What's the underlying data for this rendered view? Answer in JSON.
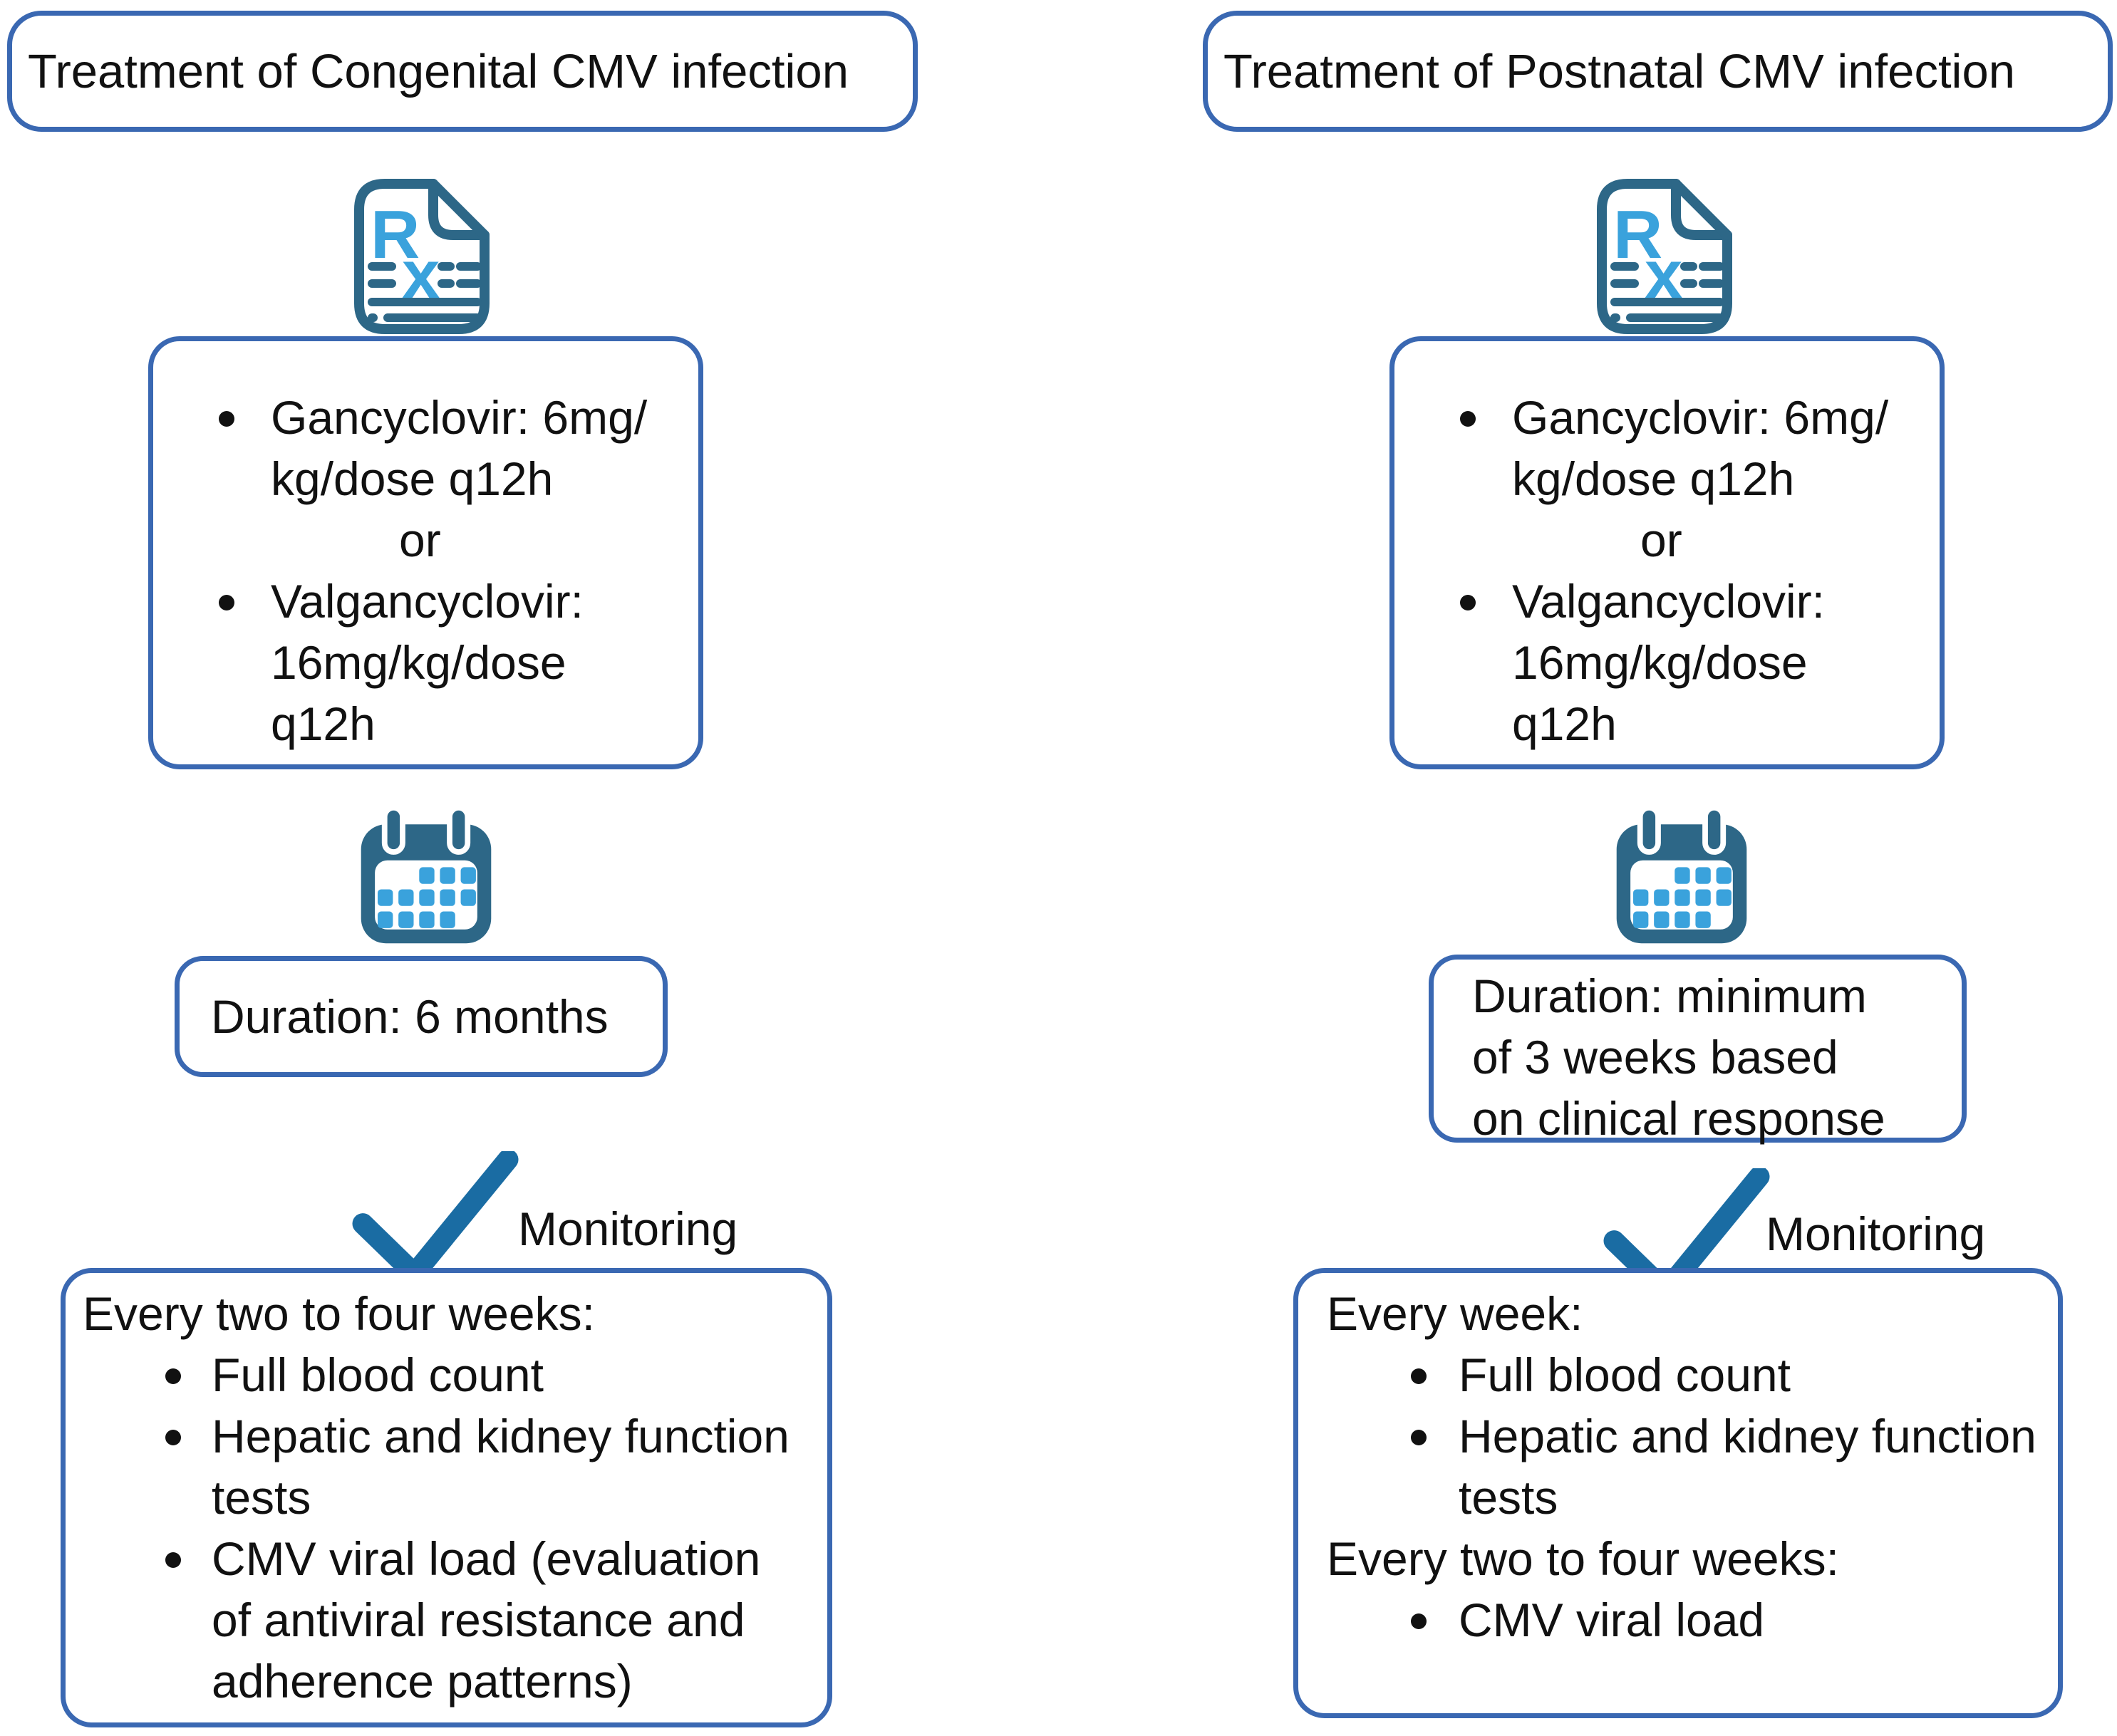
{
  "diagram_title": "Treatment of CMV infection flowchart",
  "colors": {
    "box_border_blue": "#3a68b2",
    "icon_dark_blue": "#2d6787",
    "icon_light_blue": "#3aa2dc",
    "checkmark_blue": "#1a6ca3",
    "text_black": "#111111",
    "background": "#ffffff"
  },
  "icons": {
    "prescription": "rx-prescription-document-icon",
    "calendar": "calendar-icon",
    "checkmark": "checkmark-icon"
  },
  "left": {
    "title": "Treatment of Congenital CMV infection",
    "med_lines": [
      {
        "text": "Gancyclovir: 6mg/"
      },
      {
        "text": "kg/dose q12h"
      },
      {
        "text": "or"
      },
      {
        "text": "Valgancyclovir:"
      },
      {
        "text": "16mg/kg/dose"
      },
      {
        "text": "q12h"
      }
    ],
    "duration_lines": [
      {
        "text": "Duration: 6 months"
      }
    ],
    "monitoring_label": "Monitoring",
    "monitor_lines": [
      {
        "text": "Every two to four weeks:"
      },
      {
        "text": "Full blood count"
      },
      {
        "text": "Hepatic and kidney function"
      },
      {
        "text": "tests"
      },
      {
        "text": "CMV viral load (evaluation"
      },
      {
        "text": "of antiviral resistance and"
      },
      {
        "text": "adherence patterns)"
      }
    ]
  },
  "right": {
    "title": "Treatment of Postnatal CMV infection",
    "med_lines": [
      {
        "text": "Gancyclovir: 6mg/"
      },
      {
        "text": "kg/dose q12h"
      },
      {
        "text": "or"
      },
      {
        "text": "Valgancyclovir:"
      },
      {
        "text": "16mg/kg/dose"
      },
      {
        "text": "q12h"
      }
    ],
    "duration_lines": [
      {
        "text": "Duration: minimum"
      },
      {
        "text": "of 3 weeks based"
      },
      {
        "text": "on clinical response"
      }
    ],
    "monitoring_label": "Monitoring",
    "monitor_lines": [
      {
        "text": "Every week:"
      },
      {
        "text": "Full blood count"
      },
      {
        "text": "Hepatic and kidney function"
      },
      {
        "text": "tests"
      },
      {
        "text": "Every two to four weeks:"
      },
      {
        "text": "CMV viral load"
      }
    ]
  }
}
